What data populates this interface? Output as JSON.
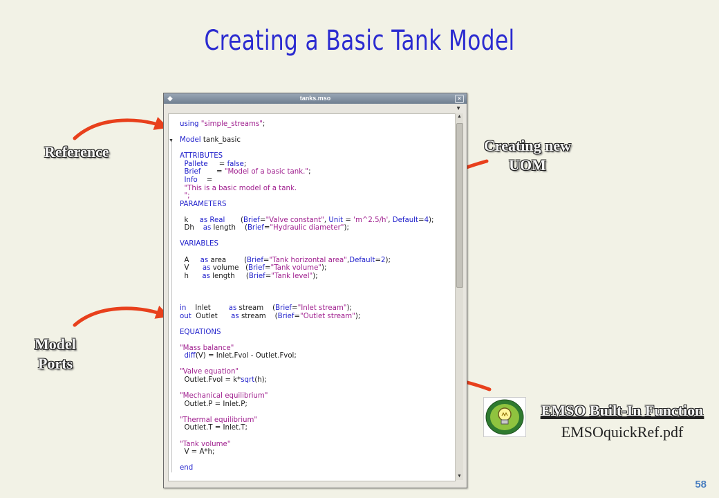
{
  "slide": {
    "title": "Creating a Basic Tank Model",
    "page_number": "58"
  },
  "labels": {
    "reference": "Reference",
    "creating_uom_line1": "Creating new",
    "creating_uom_line2": "UOM",
    "model_ports_line1": "Model",
    "model_ports_line2": "Ports"
  },
  "callout": {
    "title": "EMSO Built-In Function",
    "file": "EMSOquickRef.pdf",
    "icon": "lightbulb-icon"
  },
  "window": {
    "title": "tanks.mso",
    "icon": "app-icon",
    "close_glyph": "×"
  },
  "code": {
    "lines": [
      "using \"simple_streams\";",
      "",
      "Model tank_basic",
      "",
      "ATTRIBUTES",
      "  Pallete     = false;",
      "  Brief       = \"Model of a basic tank.\";",
      "  Info    =",
      "  \"This is a basic model of a tank.",
      "  \";",
      "PARAMETERS",
      "",
      "  k     as Real       (Brief=\"Valve constant\", Unit = 'm^2.5/h', Default=4);",
      "  Dh    as length    (Brief=\"Hydraulic diameter\");",
      "",
      "VARIABLES",
      "",
      "  A     as area        (Brief=\"Tank horizontal area\",Default=2);",
      "  V      as volume   (Brief=\"Tank volume\");",
      "  h      as length     (Brief=\"Tank level\");",
      "",
      "",
      "",
      "in    Inlet        as stream    (Brief=\"Inlet stream\");",
      "out  Outlet      as stream    (Brief=\"Outlet stream\");",
      "",
      "EQUATIONS",
      "",
      "\"Mass balance\"",
      "  diff(V) = Inlet.Fvol - Outlet.Fvol;",
      "",
      "\"Valve equation\"",
      "  Outlet.Fvol = k*sqrt(h);",
      "",
      "\"Mechanical equilibrium\"",
      "  Outlet.P = Inlet.P;",
      "",
      "\"Thermal equilibrium\"",
      "  Outlet.T = Inlet.T;",
      "",
      "\"Tank volume\"",
      "  V = A*h;",
      "",
      "end"
    ]
  },
  "colors": {
    "title": "#2b2bd0",
    "arrow": "#e8401c",
    "keyword": "#2222cc",
    "string": "#a0208f",
    "page_number": "#4a7fc0"
  }
}
